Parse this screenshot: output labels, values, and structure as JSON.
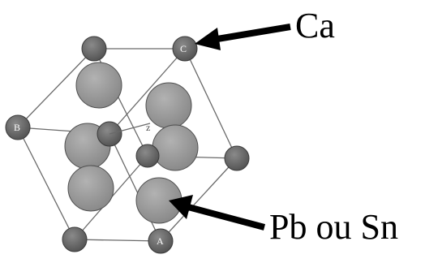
{
  "labels": {
    "ca": "Ca",
    "pb_sn": "Pb ou Sn",
    "axis_z": "z",
    "corner_letter_top": "C",
    "corner_letter_left": "B",
    "corner_letter_bottom": "A"
  },
  "colors": {
    "background": "#ffffff",
    "line": "#6a6a6a",
    "ca_atom": "#6e6e6e",
    "pb_sn_atom": "#9c9c9c",
    "arrow": "#000000"
  }
}
